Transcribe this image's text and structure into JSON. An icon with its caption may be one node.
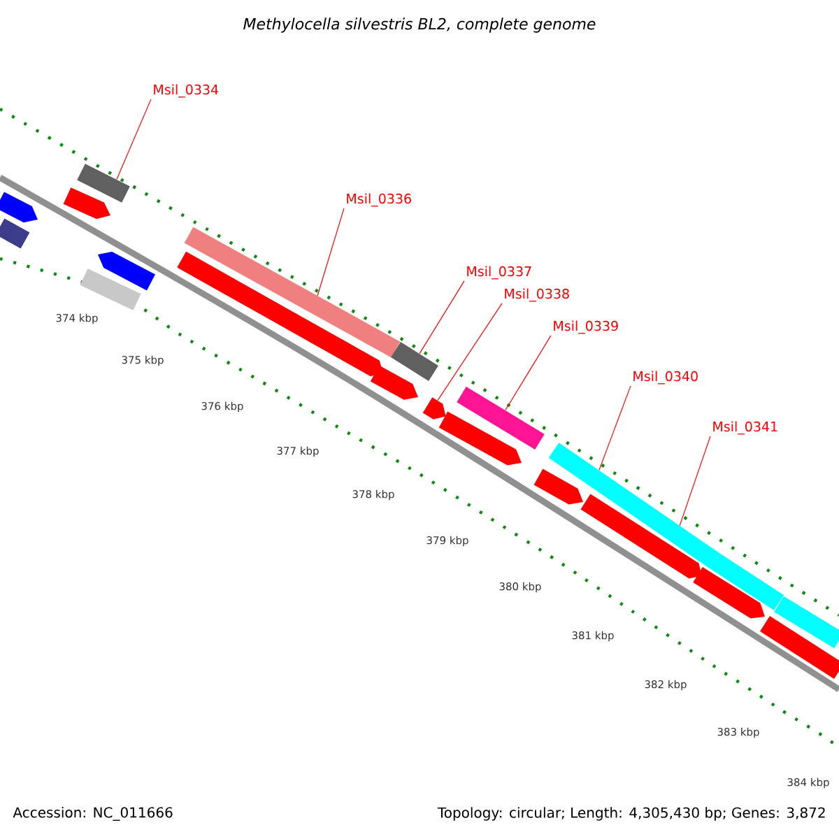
{
  "diagram": {
    "title": "Methylocella silvestris BL2, complete genome",
    "nodes": [
      {
        "text": [
          "Msil_0334"
        ]
      },
      {
        "text": [
          "Msil_0336"
        ]
      },
      {
        "text": [
          "Msil_0337"
        ]
      },
      {
        "text": [
          "Msil_0338"
        ]
      },
      {
        "text": [
          "Msil_0339"
        ]
      },
      {
        "text": [
          "Msil_0340"
        ]
      },
      {
        "text": [
          "Msil_0341"
        ]
      },
      {
        "text": [],
        "shape": "bar"
      },
      {
        "text": [],
        "shape": "bar"
      },
      {
        "text": [],
        "shape": "bar"
      },
      {
        "text": [],
        "shape": "arrow"
      },
      {
        "text": [],
        "shape": "bar"
      },
      {
        "text": [],
        "shape": "bar"
      },
      {
        "text": [],
        "shape": "arrow"
      },
      {
        "text": [],
        "shape": "arrow"
      }
    ],
    "edges": [
      {
        "from": 0,
        "to": 7,
        "arrow": "none"
      },
      {
        "from": 1,
        "to": 8,
        "arrow": "none"
      },
      {
        "from": 2,
        "to": 9,
        "arrow": "none"
      },
      {
        "from": 3,
        "to": 10,
        "arrow": "none"
      },
      {
        "from": 4,
        "to": 11,
        "arrow": "none"
      },
      {
        "from": 5,
        "to": 12,
        "arrow": "none"
      },
      {
        "from": 6,
        "to": 12,
        "arrow": "none"
      }
    ],
    "labels": [
      "374 kbp",
      "375 kbp",
      "376 kbp",
      "377 kbp",
      "378 kbp",
      "379 kbp",
      "380 kbp",
      "381 kbp",
      "382 kbp",
      "383 kbp",
      "384 kbp",
      "Accession: NC_011666",
      "Topology: circular; Length: 4,305,430 bp; Genes: 3,872"
    ]
  }
}
